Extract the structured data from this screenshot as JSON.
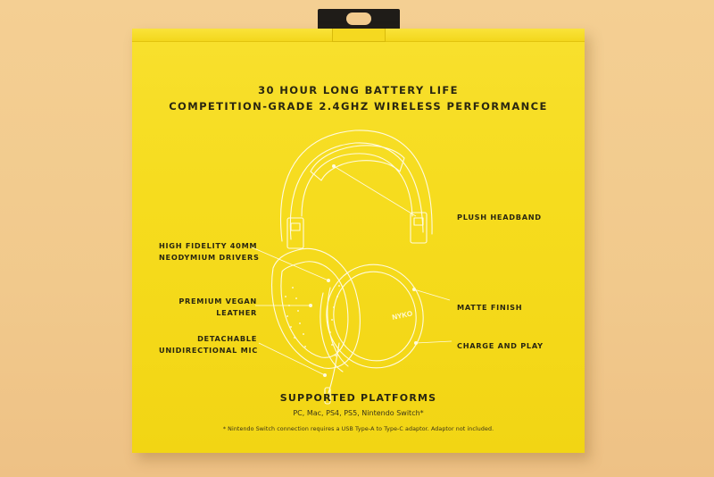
{
  "package": {
    "headline_1": "30 HOUR LONG BATTERY LIFE",
    "headline_2": "COMPETITION-GRADE 2.4GHZ WIRELESS PERFORMANCE",
    "brand_mark": "NYKO"
  },
  "features": {
    "plush_headband": "PLUSH HEADBAND",
    "drivers_line1": "HIGH FIDELITY 40MM",
    "drivers_line2": "NEODYMIUM DRIVERS",
    "leather_line1": "PREMIUM VEGAN",
    "leather_line2": "LEATHER",
    "mic_line1": "DETACHABLE",
    "mic_line2": "UNIDIRECTIONAL MIC",
    "matte_finish": "MATTE FINISH",
    "charge_and_play": "CHARGE AND PLAY"
  },
  "platforms": {
    "title": "SUPPORTED PLATFORMS",
    "list": "PC, Mac, PS4, PS5, Nintendo Switch*",
    "footnote": "* Nintendo Switch connection requires a USB Type-A to Type-C adaptor.  Adaptor not included."
  },
  "colors": {
    "background": "#f2ca8e",
    "box_yellow": "#f6dc1e",
    "print_dark": "#2a2710",
    "line_art": "#fffbe0"
  }
}
